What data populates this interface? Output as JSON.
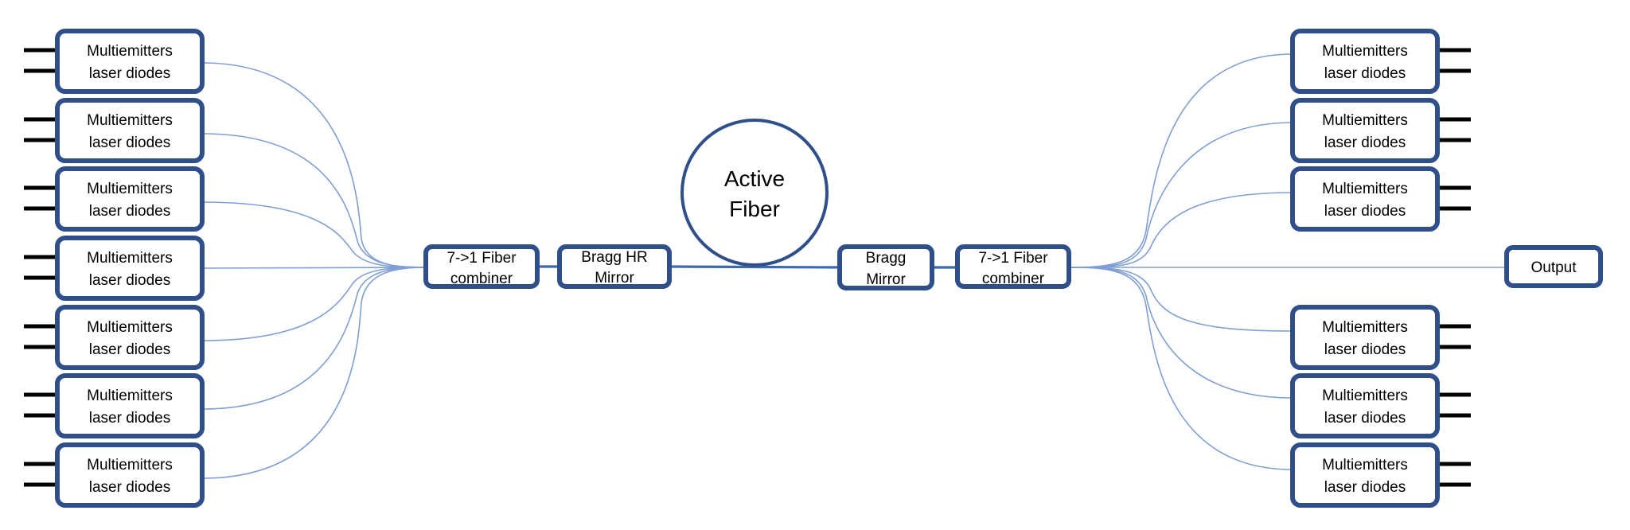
{
  "diagram": {
    "left_diodes": [
      {
        "line1": "Multiemitters",
        "line2": "laser diodes"
      },
      {
        "line1": "Multiemitters",
        "line2": "laser diodes"
      },
      {
        "line1": "Multiemitters",
        "line2": "laser diodes"
      },
      {
        "line1": "Multiemitters",
        "line2": "laser diodes"
      },
      {
        "line1": "Multiemitters",
        "line2": "laser diodes"
      },
      {
        "line1": "Multiemitters",
        "line2": "laser diodes"
      },
      {
        "line1": "Multiemitters",
        "line2": "laser diodes"
      }
    ],
    "right_diodes": [
      {
        "line1": "Multiemitters",
        "line2": "laser diodes"
      },
      {
        "line1": "Multiemitters",
        "line2": "laser diodes"
      },
      {
        "line1": "Multiemitters",
        "line2": "laser diodes"
      },
      {
        "line1": "Multiemitters",
        "line2": "laser diodes"
      },
      {
        "line1": "Multiemitters",
        "line2": "laser diodes"
      },
      {
        "line1": "Multiemitters",
        "line2": "laser diodes"
      }
    ],
    "left_combiner": {
      "line1": "7->1 Fiber",
      "line2": "combiner"
    },
    "bragg_hr_mirror": {
      "line1": "Bragg HR",
      "line2": "Mirror"
    },
    "active_fiber": {
      "line1": "Active",
      "line2": "Fiber"
    },
    "bragg_mirror": {
      "line1": "Bragg",
      "line2": "Mirror"
    },
    "right_combiner": {
      "line1": "7->1 Fiber",
      "line2": "combiner"
    },
    "output": {
      "label": "Output"
    },
    "colors": {
      "box_border": "#2f4f8a",
      "fiber_thin": "#7f9fd3",
      "fiber_main": "#3f68ad",
      "pins": "#000000"
    }
  }
}
